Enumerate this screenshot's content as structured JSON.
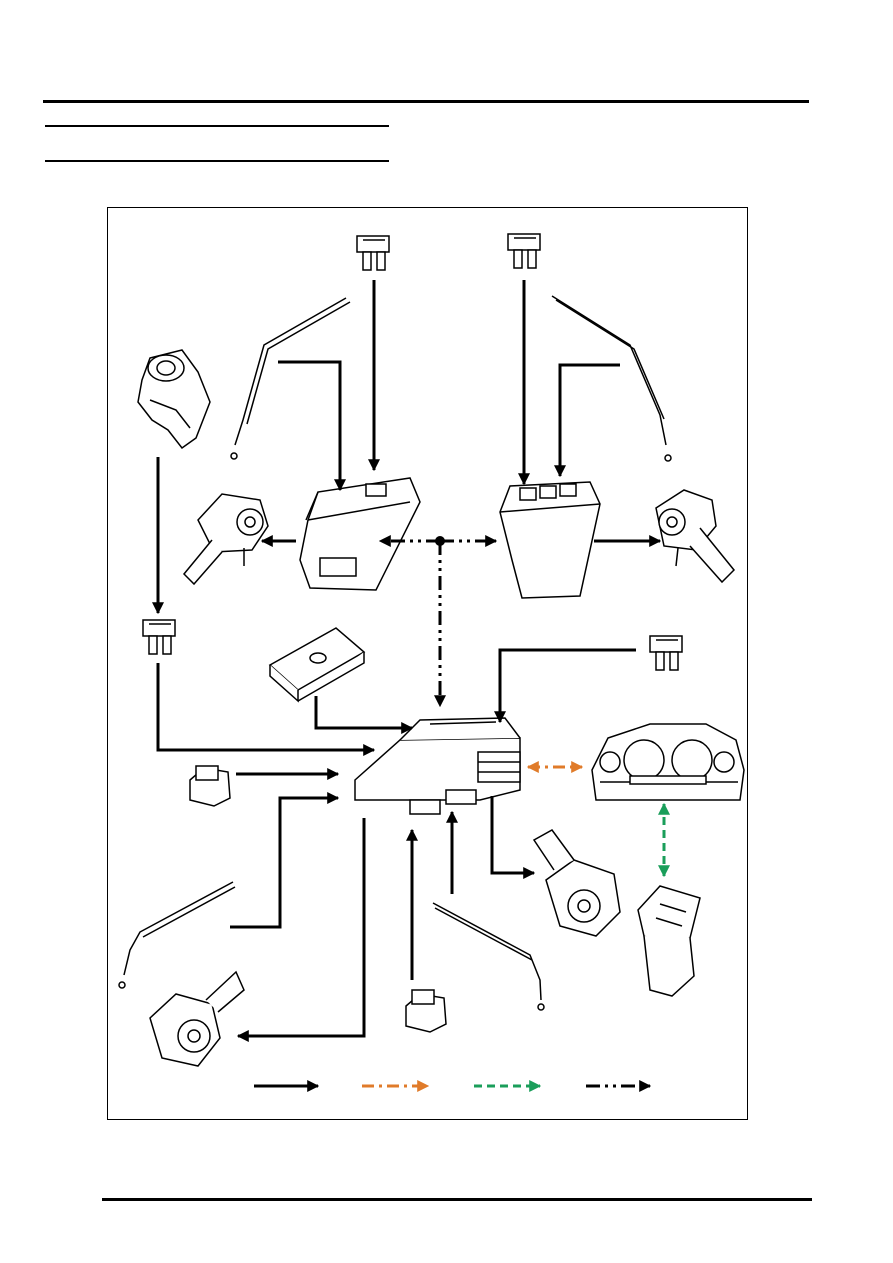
{
  "diagram": {
    "colors": {
      "line": "#000000",
      "hardwired": "#000000",
      "can_bus": "#e07b2a",
      "diagnostic": "#1a9e5a",
      "k_bus": "#000000",
      "part_fill": "#ffffff"
    },
    "legend": [
      {
        "style": "solid",
        "color": "#000000"
      },
      {
        "style": "dash-dot",
        "color": "#e07b2a"
      },
      {
        "style": "dashed",
        "color": "#1a9e5a"
      },
      {
        "style": "dash-dot-dot",
        "color": "#000000"
      }
    ]
  }
}
